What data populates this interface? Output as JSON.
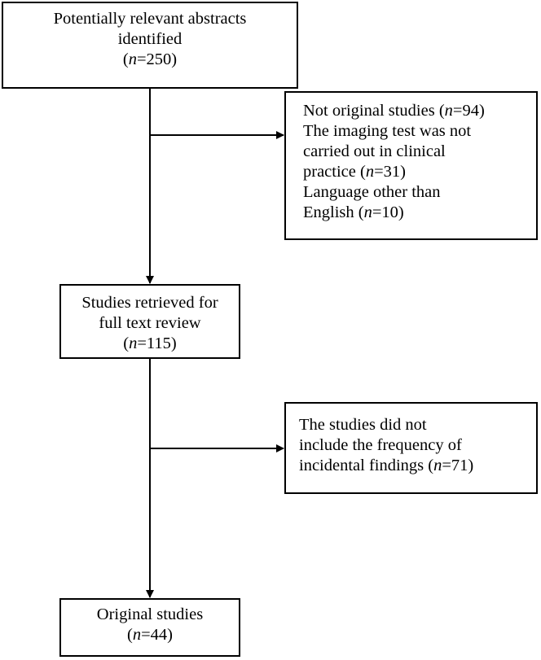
{
  "flow": {
    "identified": {
      "lines": [
        "Potentially relevant abstracts",
        "identified"
      ],
      "count": "(n=250)"
    },
    "excluded_first": {
      "lines": [
        {
          "text": "Not original studies",
          "count": "(n=94)"
        },
        {
          "text": "The imaging test was not",
          "count": ""
        },
        {
          "text": "carried out in clinical",
          "count": ""
        },
        {
          "text": "practice",
          "count": "(n=31)"
        },
        {
          "text": "Language other than",
          "count": ""
        },
        {
          "text": "English",
          "count": "(n=10)"
        }
      ]
    },
    "retrieved": {
      "lines": [
        "Studies retrieved for",
        "full text review"
      ],
      "count": "(n=115)"
    },
    "excluded_second": {
      "lines": [
        {
          "text": "The studies did not",
          "count": ""
        },
        {
          "text": "include the frequency of",
          "count": ""
        },
        {
          "text": "incidental findings",
          "count": "(n=71)"
        }
      ]
    },
    "included": {
      "lines": [
        "Original studies"
      ],
      "count": "(n=44)"
    }
  }
}
